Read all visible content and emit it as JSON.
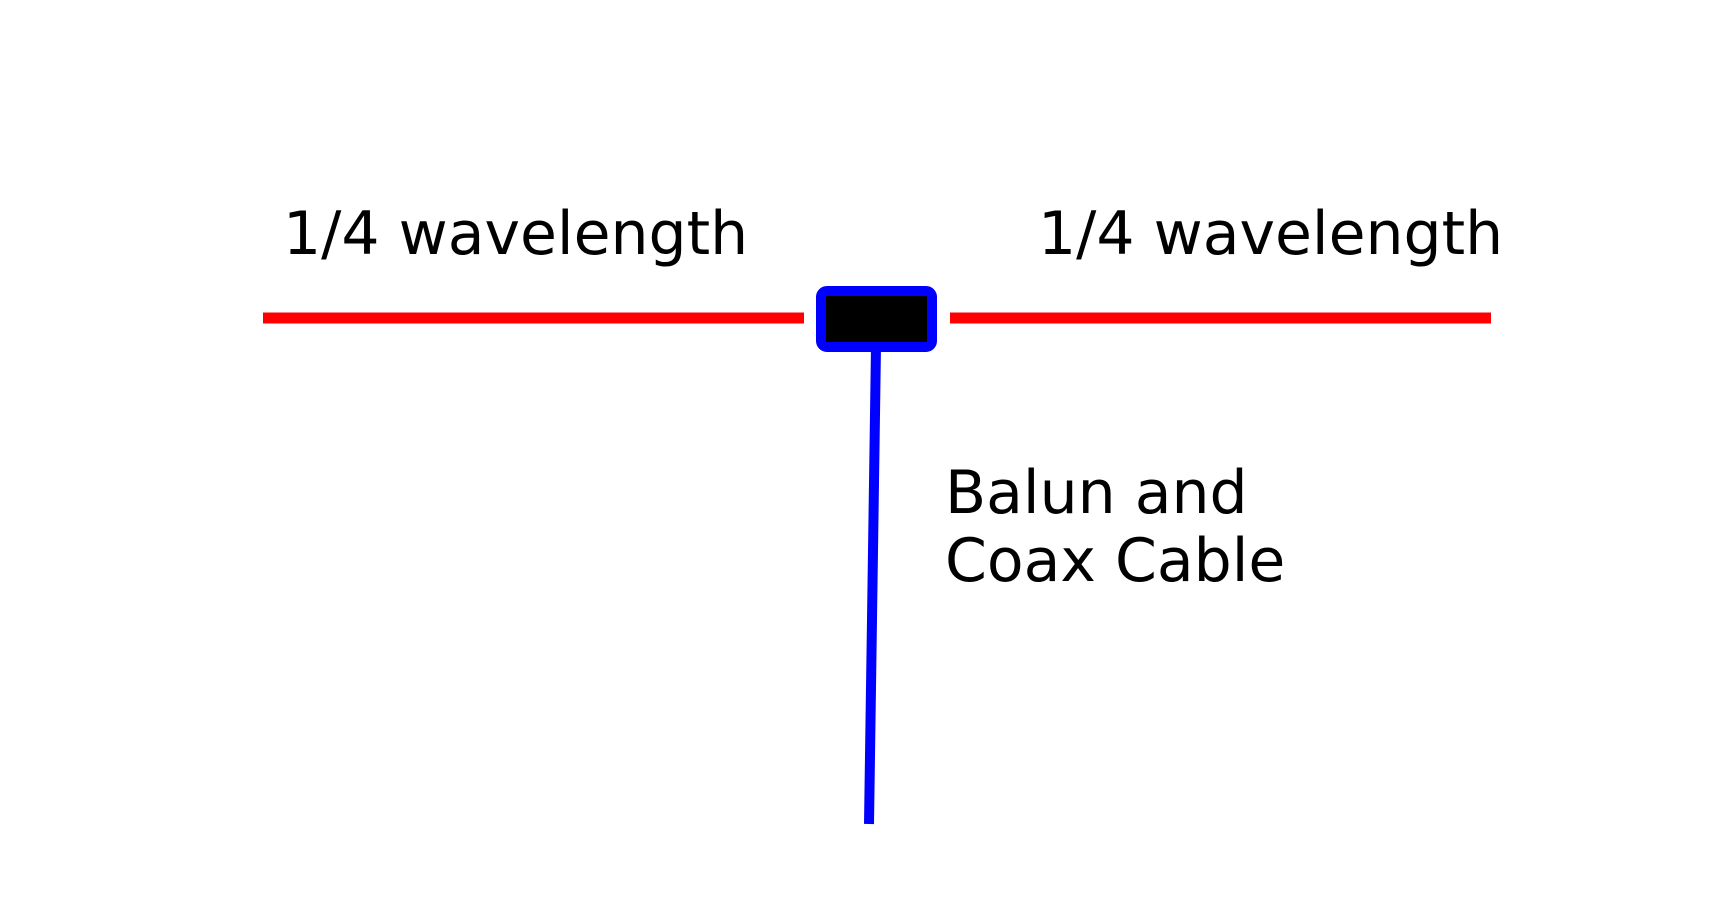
{
  "diagram": {
    "left_element_label": "1/4 wavelength",
    "right_element_label": "1/4 wavelength",
    "feed_label_line1": "Balun and",
    "feed_label_line2": "Coax Cable"
  },
  "colors": {
    "background": "#ffffff",
    "dipole_element": "#ff0000",
    "feed_line": "#0000ff",
    "balun_fill": "#000000",
    "balun_border": "#0000ff",
    "text": "#000000"
  }
}
